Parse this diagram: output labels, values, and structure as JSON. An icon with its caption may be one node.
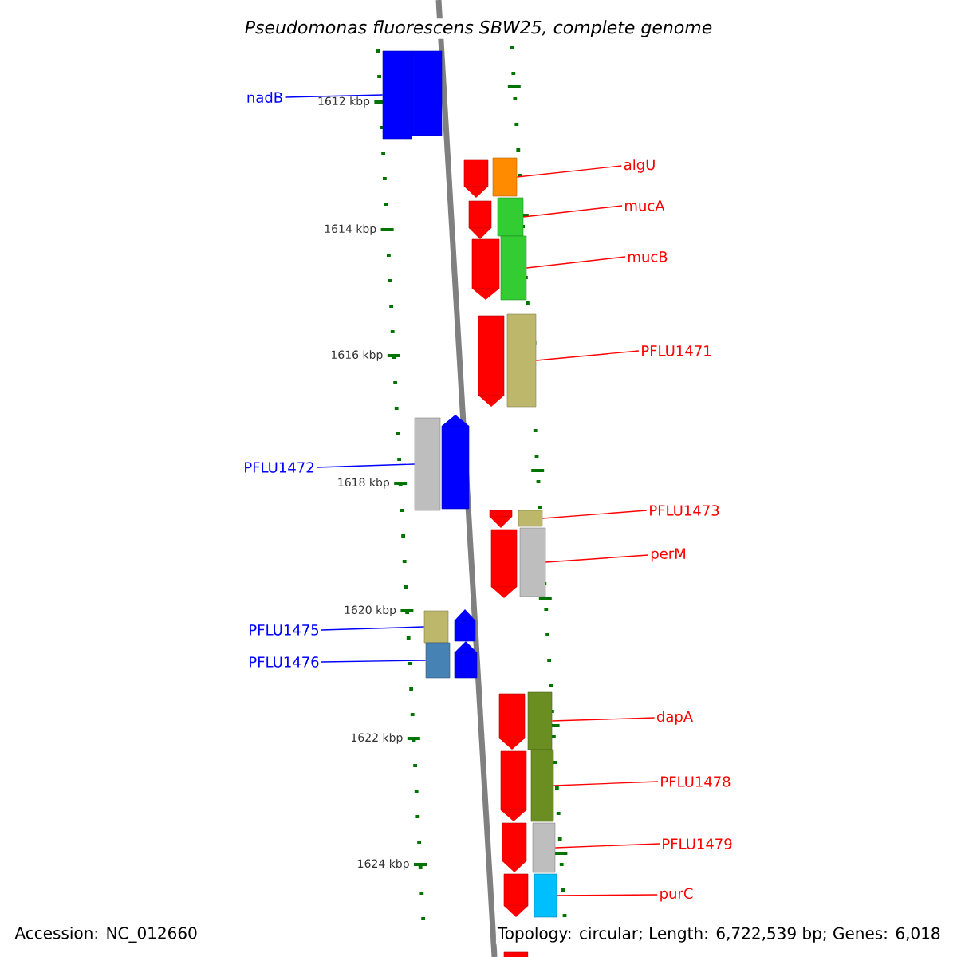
{
  "diagram": {
    "title": "Pseudomonas fluorescens SBW25, complete genome",
    "nodes": [
      {
        "text": [
          "nadB"
        ]
      },
      {
        "text": [],
        "shape": "bar"
      },
      {
        "text": [
          "algU"
        ]
      },
      {
        "text": [],
        "shape": "bar"
      },
      {
        "text": [
          "mucA"
        ]
      },
      {
        "text": [],
        "shape": "bar"
      },
      {
        "text": [
          "mucB"
        ]
      },
      {
        "text": [],
        "shape": "bar"
      },
      {
        "text": [
          "PFLU1471"
        ]
      },
      {
        "text": [],
        "shape": "bar"
      },
      {
        "text": [
          "PFLU1472"
        ]
      },
      {
        "text": [],
        "shape": "bar"
      },
      {
        "text": [
          "PFLU1473"
        ]
      },
      {
        "text": [],
        "shape": "bar"
      },
      {
        "text": [
          "perM"
        ]
      },
      {
        "text": [],
        "shape": "bar"
      },
      {
        "text": [
          "PFLU1475"
        ]
      },
      {
        "text": [],
        "shape": "bar"
      },
      {
        "text": [
          "PFLU1476"
        ]
      },
      {
        "text": [],
        "shape": "bar"
      },
      {
        "text": [
          "dapA"
        ]
      },
      {
        "text": [],
        "shape": "bar"
      },
      {
        "text": [
          "PFLU1478"
        ]
      },
      {
        "text": [],
        "shape": "bar"
      },
      {
        "text": [
          "PFLU1479"
        ]
      },
      {
        "text": [],
        "shape": "bar"
      },
      {
        "text": [
          "purC"
        ]
      },
      {
        "text": [],
        "shape": "bar"
      },
      {
        "text": [],
        "shape": "bar"
      },
      {
        "text": [],
        "shape": "bar"
      },
      {
        "text": [],
        "shape": "bar"
      },
      {
        "text": [],
        "shape": "bar"
      },
      {
        "text": [],
        "shape": "bar"
      },
      {
        "text": [],
        "shape": "bar"
      },
      {
        "text": [],
        "shape": "bar"
      },
      {
        "text": [],
        "shape": "bar"
      },
      {
        "text": [],
        "shape": "bar"
      },
      {
        "text": [],
        "shape": "bar"
      },
      {
        "text": [],
        "shape": "bar"
      },
      {
        "text": [],
        "shape": "bar"
      },
      {
        "text": [],
        "shape": "bar"
      },
      {
        "text": [],
        "shape": "bar"
      },
      {
        "text": [],
        "shape": "bar"
      }
    ],
    "edges": [
      {
        "from": 0,
        "to": 1,
        "arrow": "none",
        "color": "#0000ff"
      },
      {
        "from": 2,
        "to": 3,
        "arrow": "none"
      },
      {
        "from": 4,
        "to": 5,
        "arrow": "none"
      },
      {
        "from": 6,
        "to": 7,
        "arrow": "none"
      },
      {
        "from": 8,
        "to": 9,
        "arrow": "none"
      },
      {
        "from": 10,
        "to": 11,
        "arrow": "none",
        "color": "#0000ff"
      },
      {
        "from": 12,
        "to": 13,
        "arrow": "none"
      },
      {
        "from": 14,
        "to": 15,
        "arrow": "none"
      },
      {
        "from": 16,
        "to": 17,
        "arrow": "none",
        "color": "#0000ff"
      },
      {
        "from": 18,
        "to": 19,
        "arrow": "none",
        "color": "#0000ff"
      },
      {
        "from": 20,
        "to": 21,
        "arrow": "none"
      },
      {
        "from": 22,
        "to": 23,
        "arrow": "none"
      },
      {
        "from": 24,
        "to": 25,
        "arrow": "none"
      },
      {
        "from": 26,
        "to": 27,
        "arrow": "none"
      }
    ],
    "labels": [
      "1612 kbp",
      "1614 kbp",
      "1616 kbp",
      "1618 kbp",
      "1620 kbp",
      "1622 kbp",
      "1624 kbp",
      "Accession: NC_012660",
      "Topology: circular; Length: 6,722,539 bp; Genes: 6,018"
    ]
  }
}
